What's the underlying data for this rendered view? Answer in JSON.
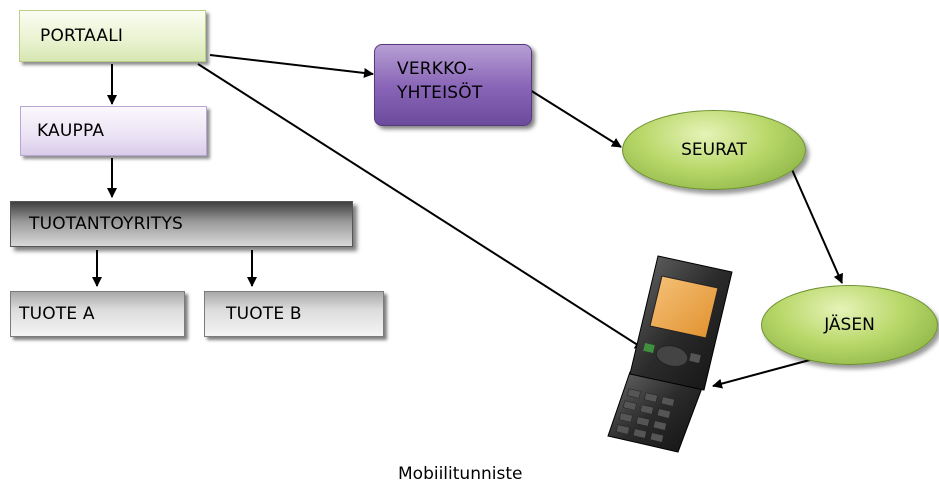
{
  "nodes": {
    "portaali": "PORTAALI",
    "kauppa": "KAUPPA",
    "tuotantoyritys": "TUOTANTOYRITYS",
    "tuote_a": "TUOTE A",
    "tuote_b": "TUOTE B",
    "verkkoyhteisot_line1": "VERKKO-",
    "verkkoyhteisot_line2": "YHTEISÖT",
    "seurat": "SEURAT",
    "jasen": "JÄSEN"
  },
  "phone_caption": "Mobiilitunniste",
  "colors": {
    "green_box": "#e9f2cf",
    "lilac_box": "#ebe3f4",
    "gray_box": "#dcdcdc",
    "purple_box": "#8a67b8",
    "ellipse_green": "#b9d86a",
    "arrow": "#000000"
  }
}
